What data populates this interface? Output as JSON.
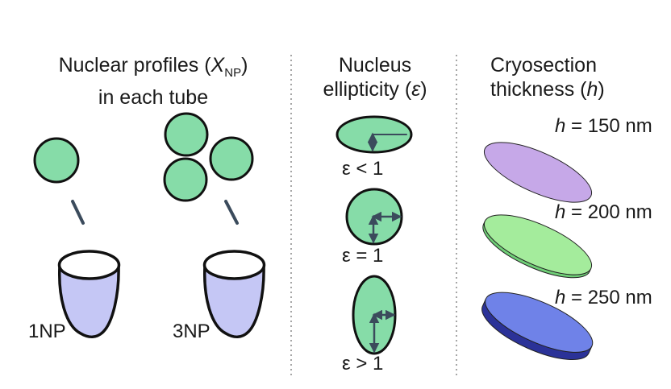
{
  "columns": {
    "tubes": {
      "title_line1_pre": "Nuclear profiles (",
      "title_var": "X",
      "title_var_sub": "NP",
      "title_line1_post": ")",
      "title_line2": "in each tube",
      "tube_labels": [
        "1NP",
        "3NP"
      ]
    },
    "ellipticity": {
      "title_line1": "Nucleus",
      "title_line2_pre": "ellipticity (",
      "title_var": "ε",
      "title_line2_post": ")",
      "cases": [
        "ε < 1",
        "ε = 1",
        "ε > 1"
      ]
    },
    "thickness": {
      "title_line1": "Cryosection",
      "title_line2_pre": "thickness (",
      "title_var": "h",
      "title_line2_post": ")",
      "var": "h",
      "values": [
        " = 150 nm",
        " = 200 nm",
        " = 250 nm"
      ]
    }
  },
  "colors": {
    "nucleus_fill": "#86dca8",
    "tube_fill": "#c5c7f5",
    "arrow": "#3b4b5c",
    "divider": "#888888",
    "section_150_top": "#c6a8e8",
    "section_200_top": "#a4ec9c",
    "section_250_top": "#6f82e8",
    "section_250_side": "#2b3298"
  }
}
